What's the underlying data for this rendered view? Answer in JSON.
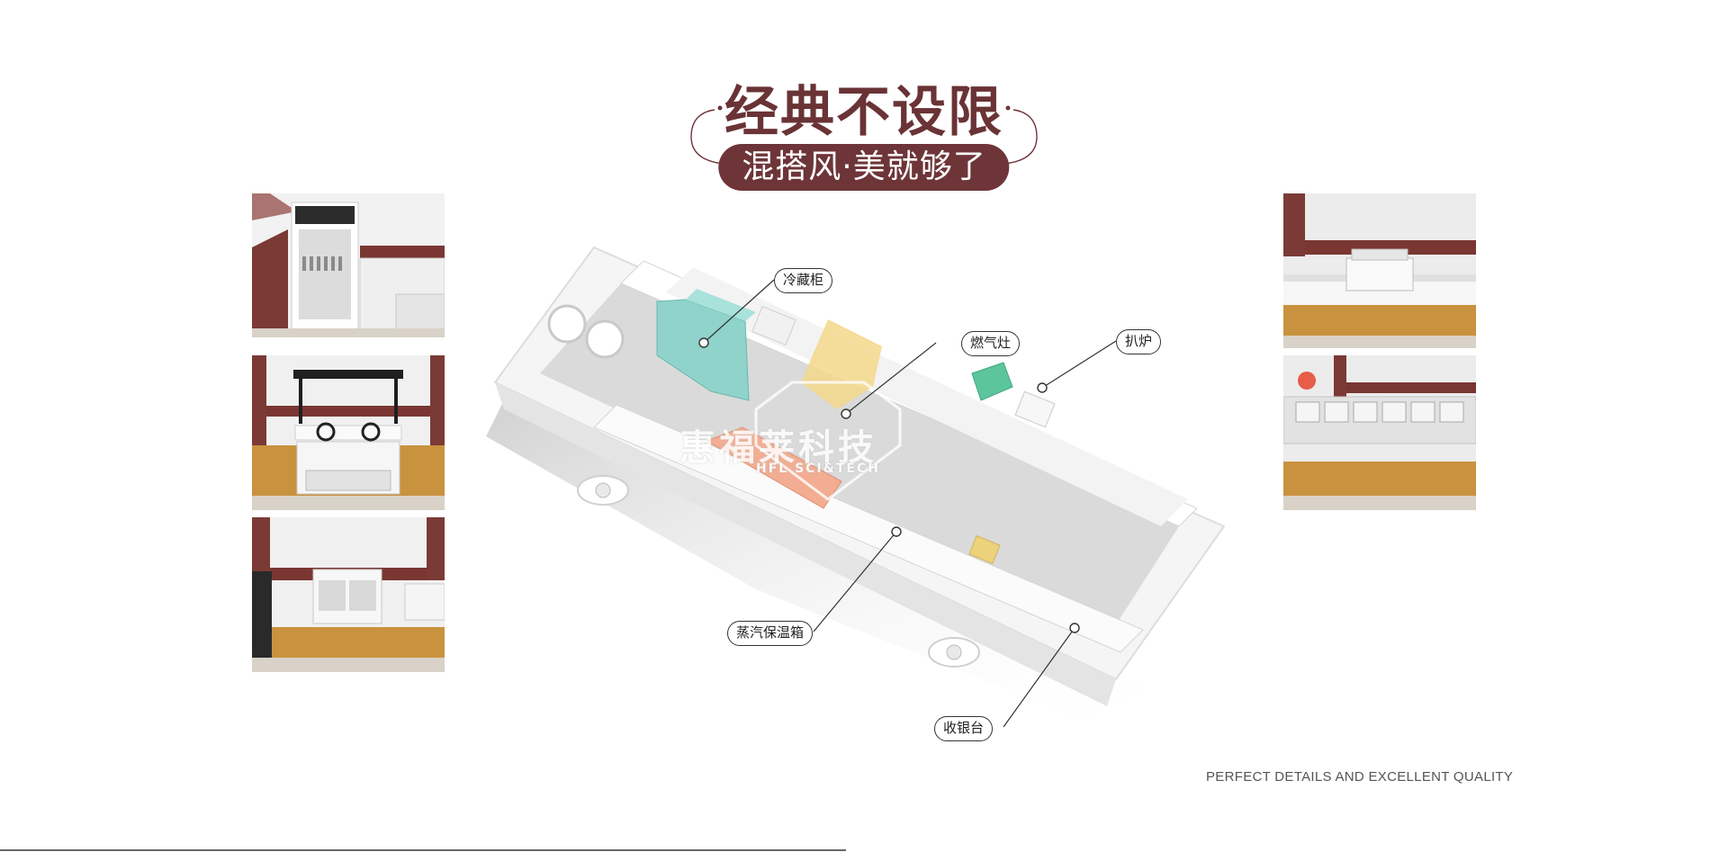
{
  "title": {
    "main": "经典不设限",
    "subtitle": "混搭风·美就够了"
  },
  "callouts": {
    "fridge": "冷藏柜",
    "gas_stove": "燃气灶",
    "griddle": "扒炉",
    "steam_box": "蒸汽保温箱",
    "cashier": "收银台"
  },
  "watermark": {
    "brand": "惠福莱科技",
    "brand_en": "HFL SCI&TECH"
  },
  "footer": "PERFECT DETAILS AND EXCELLENT QUALITY",
  "colors": {
    "brand_maroon": "#6e3538",
    "fridge": "#8fd3cb",
    "stove": "#f3d78a",
    "griddle": "#5cc59c",
    "steam_box": "#f2ad92",
    "cashier": "#ecd27a",
    "wood": "#c9923f"
  },
  "thumbnails_left": [
    {
      "subject": "disinfection-cabinet-photo"
    },
    {
      "subject": "gas-stove-photo"
    },
    {
      "subject": "double-sink-photo"
    }
  ],
  "thumbnails_right": [
    {
      "subject": "griddle-photo"
    },
    {
      "subject": "bain-marie-photo"
    }
  ]
}
